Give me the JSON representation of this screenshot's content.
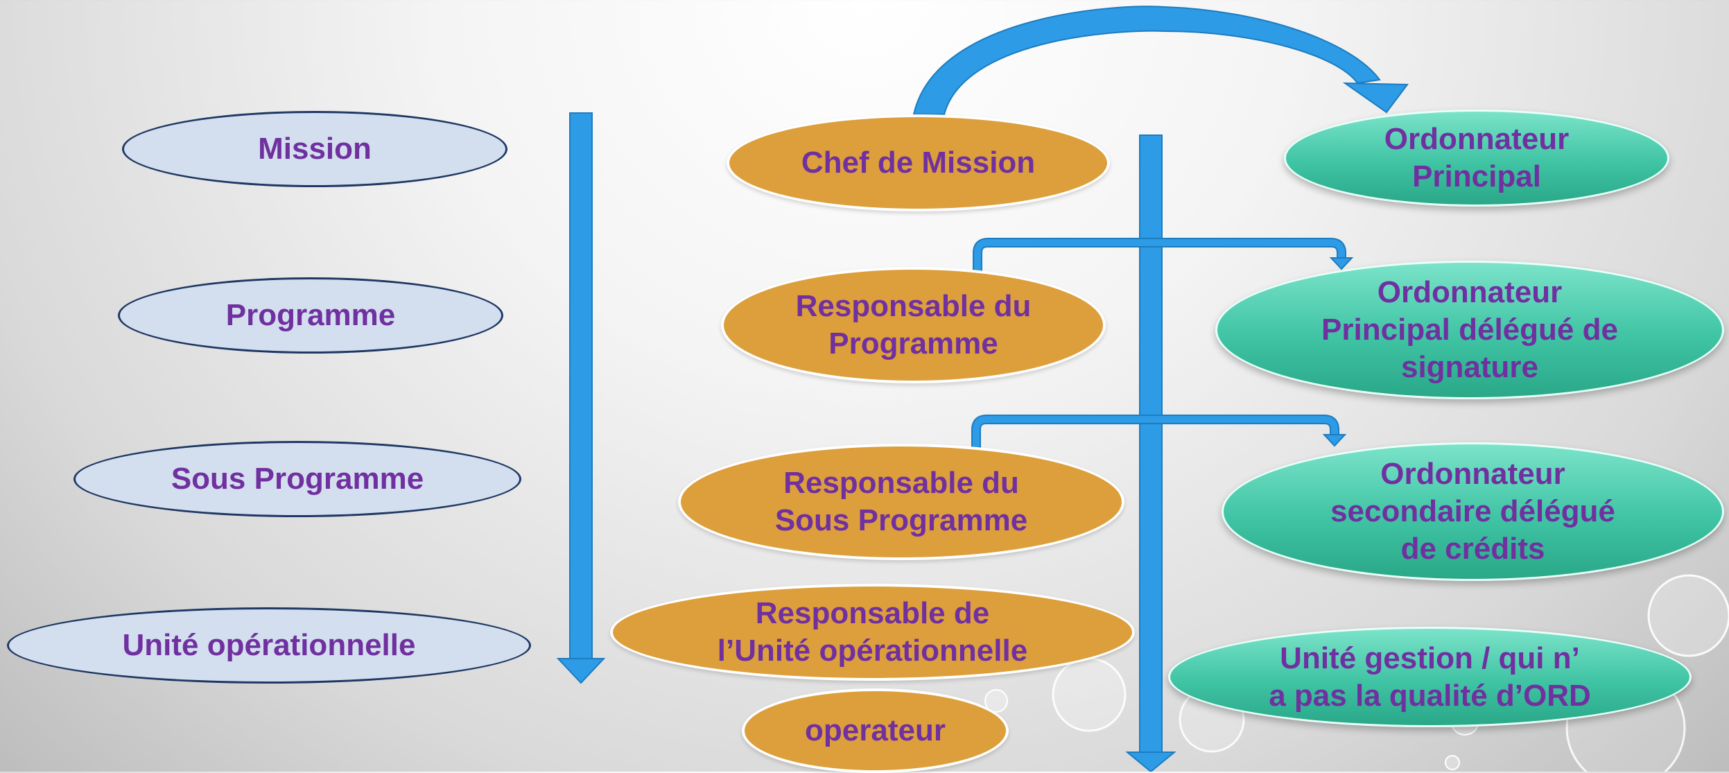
{
  "levels": {
    "mission": "Mission",
    "programme": "Programme",
    "sous_programme": "Sous Programme",
    "unite": "Unité opérationnelle"
  },
  "roles": {
    "chef": "Chef de Mission",
    "resp_programme": [
      "Responsable du",
      "Programme"
    ],
    "resp_sous_programme": [
      "Responsable du",
      "Sous Programme"
    ],
    "resp_unite": [
      "Responsable de",
      "l’Unité opérationnelle"
    ],
    "operateur": "operateur"
  },
  "ordonnateurs": {
    "principal": [
      "Ordonnateur",
      "Principal"
    ],
    "delegue_signature": [
      "Ordonnateur",
      "Principal délégué de",
      "signature"
    ],
    "secondaire": [
      "Ordonnateur",
      "secondaire délégué",
      "de crédits"
    ],
    "unite_gestion": [
      "Unité gestion / qui n’",
      "a pas la qualité d’ORD"
    ]
  },
  "colors": {
    "level_fill": "#d3dfee",
    "level_border": "#1f3864",
    "role_fill": "#dc9f3c",
    "ord_fill": "#3fc4a4",
    "text": "#7030a0",
    "arrow": "#2e9be6"
  }
}
